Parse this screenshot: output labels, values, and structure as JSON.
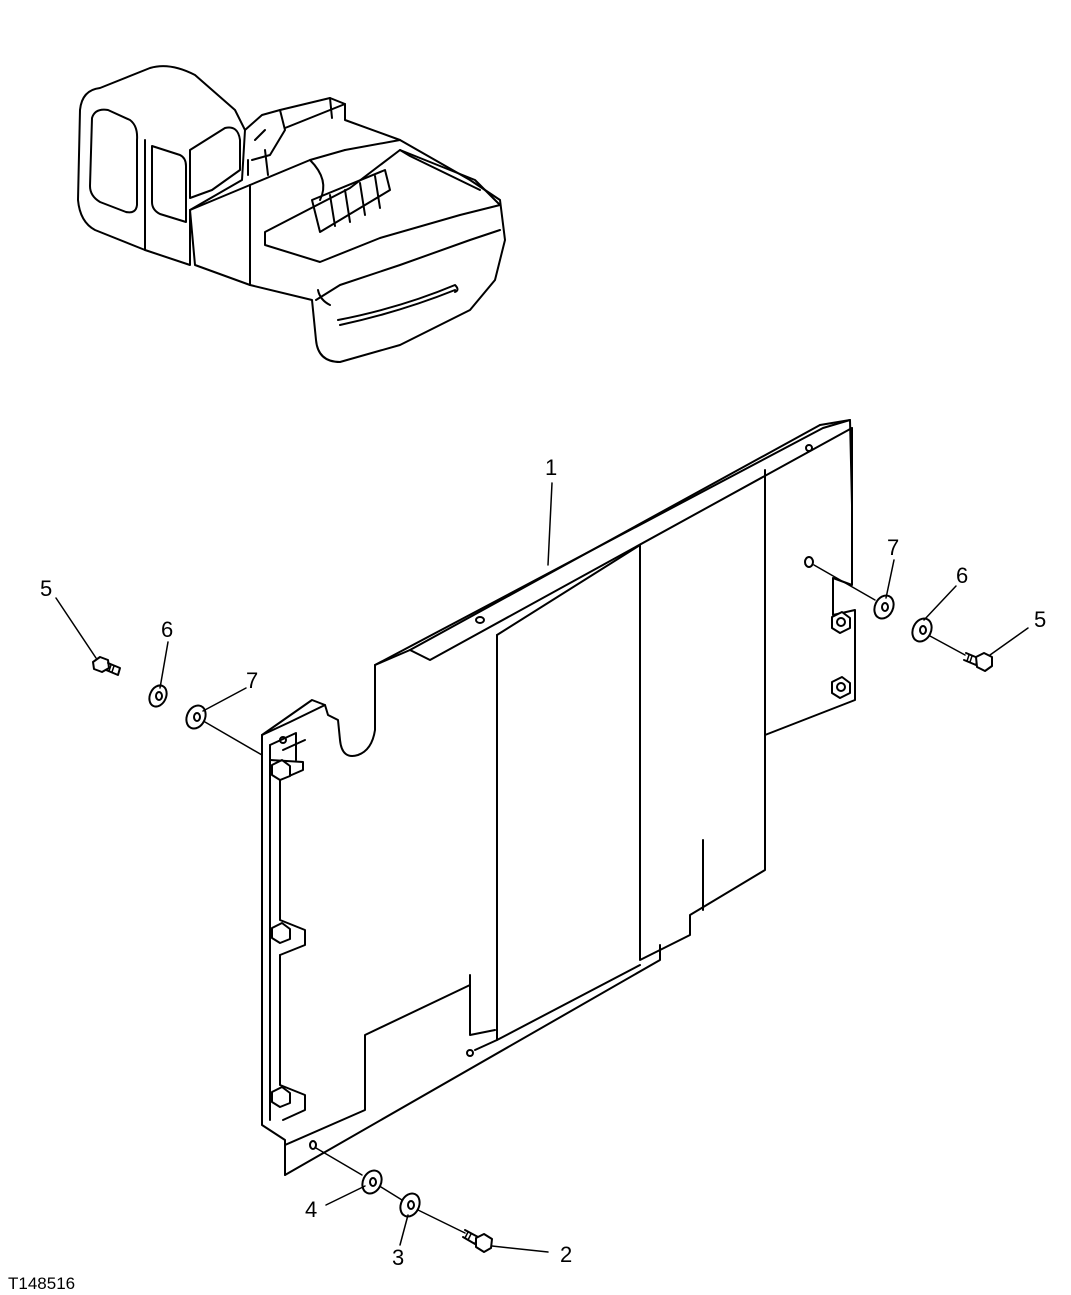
{
  "figure_id": "T148516",
  "callouts": {
    "c1": "1",
    "c2": "2",
    "c3": "3",
    "c4": "4",
    "c5_left": "5",
    "c6_left": "6",
    "c7_left": "7",
    "c5_right": "5",
    "c6_right": "6",
    "c7_right": "7"
  },
  "icons": {
    "machine": "excavator-locator-icon",
    "panel": "cover-panel-part",
    "hardware": [
      "bolt",
      "washer",
      "washer"
    ]
  }
}
